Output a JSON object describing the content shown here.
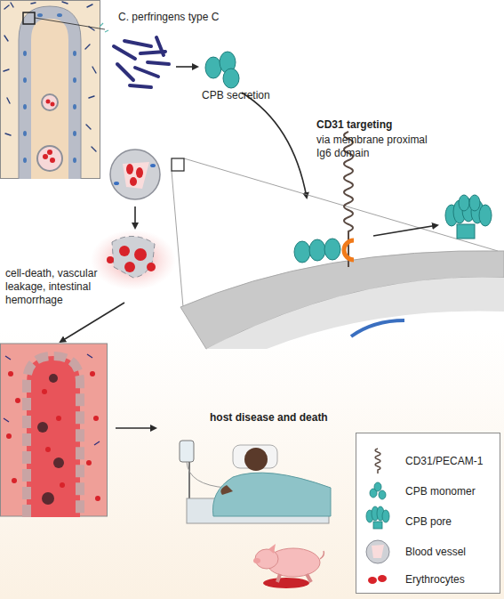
{
  "diagram": {
    "labels": [
      "C. perfringens type C",
      "CPB secretion",
      "CD31 targeting",
      "via membrane proximal Ig6 domain",
      "cell-death, vascular leakage, intestinal hemorrhage",
      "host disease and death"
    ],
    "legend": [
      {
        "text": "CD31/PECAM-1"
      },
      {
        "text": "CPB monomer"
      },
      {
        "text": "CPB pore"
      },
      {
        "text": "Blood vessel"
      },
      {
        "text": "Erythrocytes"
      }
    ]
  }
}
